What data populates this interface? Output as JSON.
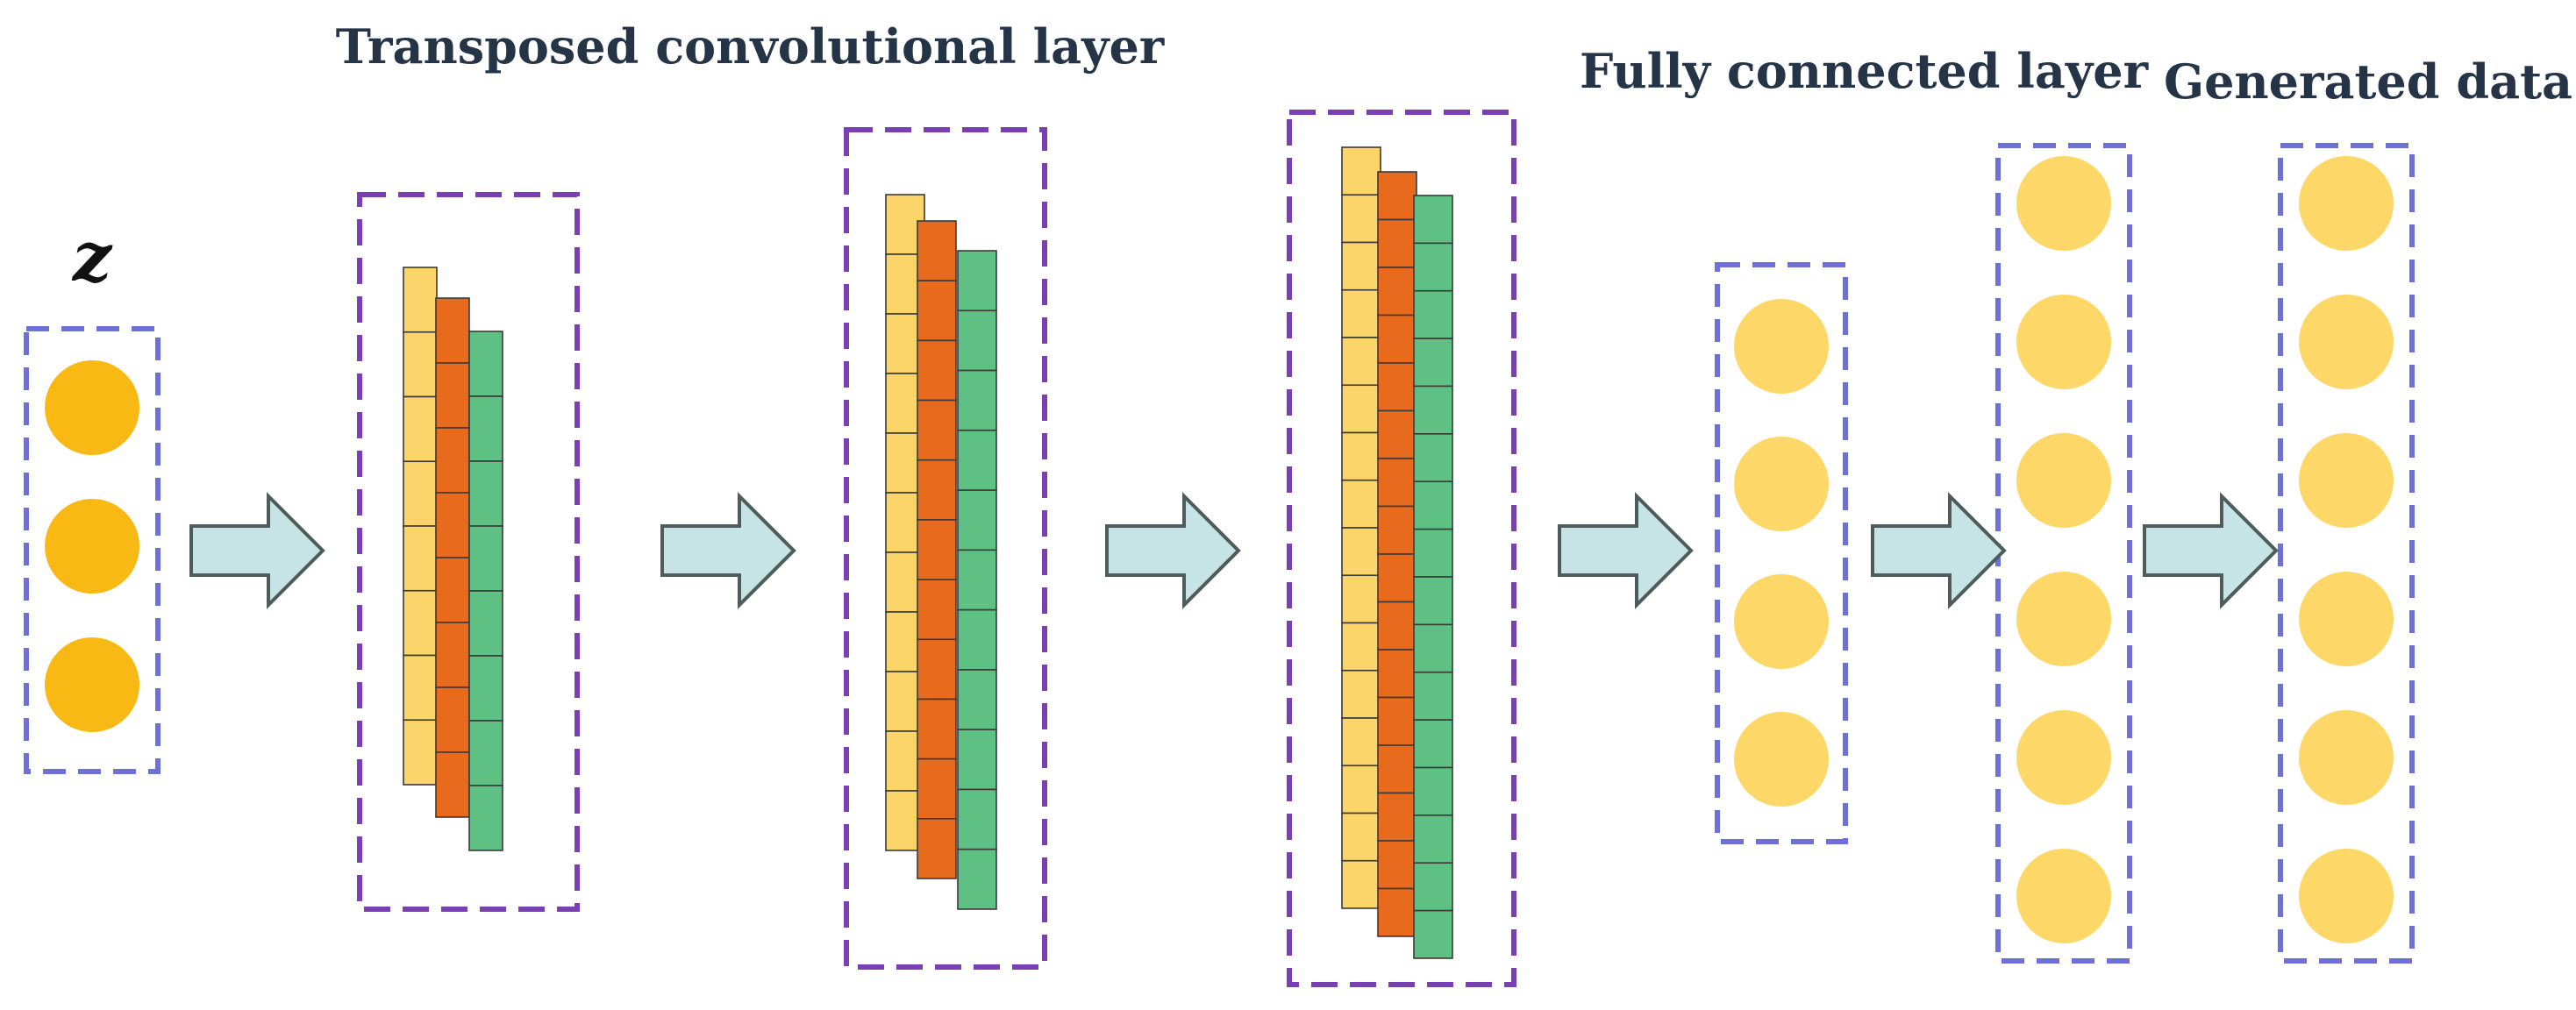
{
  "labels": {
    "input": "z",
    "transposed_conv": "Transposed convolutional layer",
    "fully_connected": "Fully connected layer",
    "generated": "Generated data"
  },
  "colors": {
    "conv_box_border": "#7a3fb3",
    "fc_box_border": "#6f6fd8",
    "node_input": "#f9b914",
    "node_fc": "#fdd767",
    "channel_yellow": "#fcd56a",
    "channel_orange": "#e86a1c",
    "channel_green": "#5fc083",
    "arrow_fill": "#c6e4e5",
    "arrow_stroke": "#4f5c5c",
    "label_text": "#263447"
  },
  "structure": {
    "input_nodes": 3,
    "conv_stages": [
      {
        "channels": 3,
        "cells_per_channel": 8
      },
      {
        "channels": 3,
        "cells_per_channel": 11
      },
      {
        "channels": 3,
        "cells_per_channel": 16
      }
    ],
    "fc_layers": [
      {
        "nodes": 4
      },
      {
        "nodes": 6
      }
    ],
    "output_nodes": 6,
    "arrows": 6
  }
}
